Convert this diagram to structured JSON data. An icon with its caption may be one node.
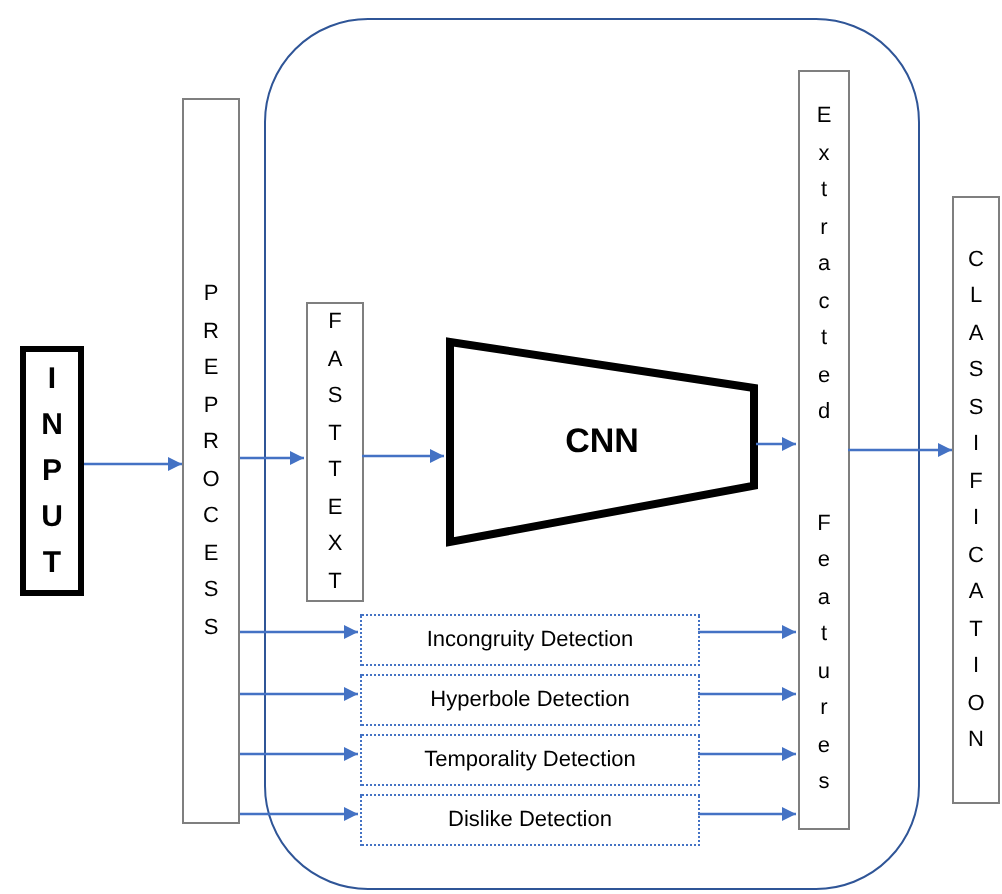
{
  "diagram": {
    "nodes": [
      {
        "text": [
          "INPUT"
        ]
      },
      {
        "text": [
          "PREPROCESS"
        ]
      },
      {
        "text": [],
        "shape": "box"
      },
      {
        "text": [
          "FASTTEXT"
        ],
        "in": 2
      },
      {
        "text": [
          "CNN"
        ],
        "in": 2
      },
      {
        "text": [
          "Extracted",
          "Features"
        ],
        "in": 2
      },
      {
        "text": [
          "Incongruity Detection"
        ],
        "in": 2
      },
      {
        "text": [
          "Hyperbole Detection"
        ],
        "in": 2
      },
      {
        "text": [
          "Temporality Detection"
        ],
        "in": 2
      },
      {
        "text": [
          "Dislike Detection"
        ],
        "in": 2
      },
      {
        "text": [
          "CLASSIFICATION"
        ]
      }
    ],
    "edges": [
      {
        "from": 0,
        "to": 1,
        "arrow": "to"
      },
      {
        "from": 1,
        "to": 3,
        "arrow": "to"
      },
      {
        "from": 3,
        "to": 4,
        "arrow": "to"
      },
      {
        "from": 4,
        "to": 5,
        "arrow": "to"
      },
      {
        "from": 5,
        "to": 10,
        "arrow": "to"
      },
      {
        "from": 1,
        "to": 6,
        "arrow": "to"
      },
      {
        "from": 1,
        "to": 7,
        "arrow": "to"
      },
      {
        "from": 1,
        "to": 8,
        "arrow": "to"
      },
      {
        "from": 1,
        "to": 9,
        "arrow": "to"
      },
      {
        "from": 6,
        "to": 5,
        "arrow": "to"
      },
      {
        "from": 7,
        "to": 5,
        "arrow": "to"
      },
      {
        "from": 8,
        "to": 5,
        "arrow": "to"
      },
      {
        "from": 9,
        "to": 5,
        "arrow": "to"
      }
    ]
  }
}
